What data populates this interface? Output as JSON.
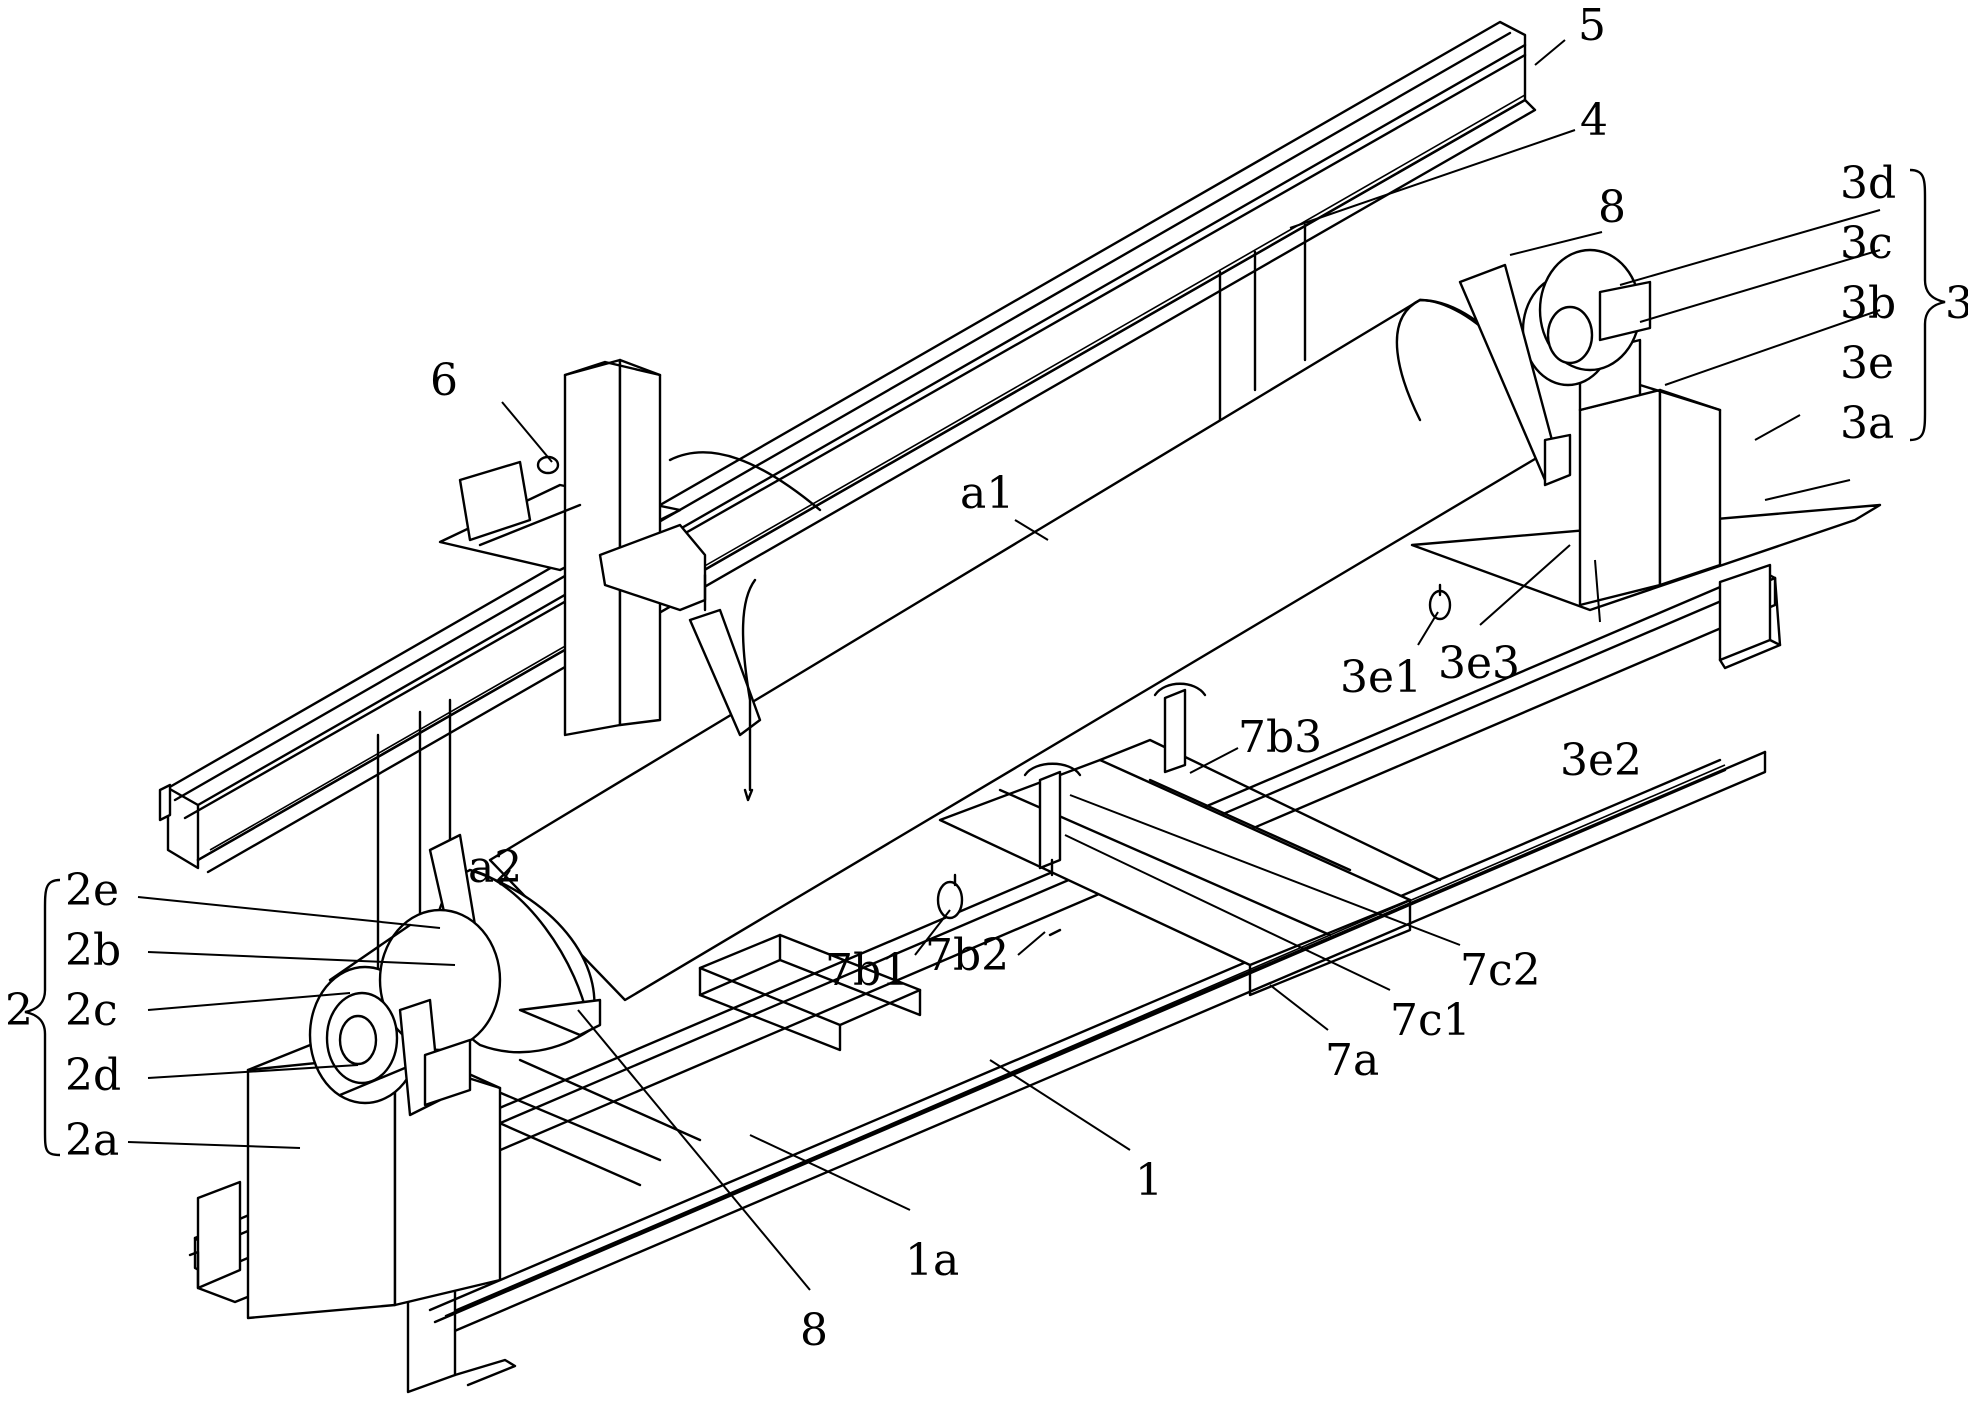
{
  "labels": {
    "n5": "5",
    "n4": "4",
    "n8_top": "8",
    "n3d": "3d",
    "n3c": "3c",
    "n3b": "3b",
    "n3": "3",
    "n3e": "3e",
    "n3a": "3a",
    "n6": "6",
    "a1": "a1",
    "a2": "a2",
    "n3e1": "3e1",
    "n3e3": "3e3",
    "n3e2": "3e2",
    "n7b3": "7b3",
    "n2e": "2e",
    "n2b": "2b",
    "n2": "2",
    "n2c": "2c",
    "n2d": "2d",
    "n2a": "2a",
    "n7b1": "7b1",
    "n7b2": "7b2",
    "n7c2": "7c2",
    "n7c1": "7c1",
    "n7a": "7a",
    "n1": "1",
    "n1a": "1a",
    "n8_bottom": "8"
  }
}
